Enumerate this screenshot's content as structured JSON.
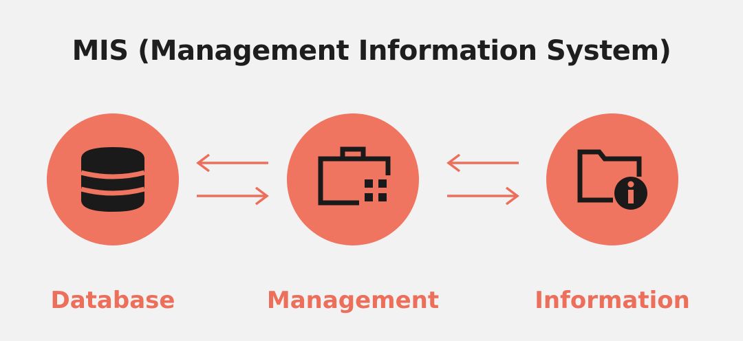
{
  "title": "MIS (Management Information System)",
  "colors": {
    "background": "#f3f2f2",
    "node_fill": "#ef7560",
    "label_text": "#ec6f5b",
    "icon_stroke": "#1a1a1a",
    "arrow": "#ec6f5b"
  },
  "nodes": [
    {
      "label": "Database",
      "icon": "database-icon"
    },
    {
      "label": "Management",
      "icon": "briefcase-grid-icon"
    },
    {
      "label": "Information",
      "icon": "folder-info-icon"
    }
  ],
  "connectors": [
    {
      "between": [
        "Database",
        "Management"
      ],
      "directions": [
        "left",
        "right"
      ]
    },
    {
      "between": [
        "Management",
        "Information"
      ],
      "directions": [
        "left",
        "right"
      ]
    }
  ]
}
